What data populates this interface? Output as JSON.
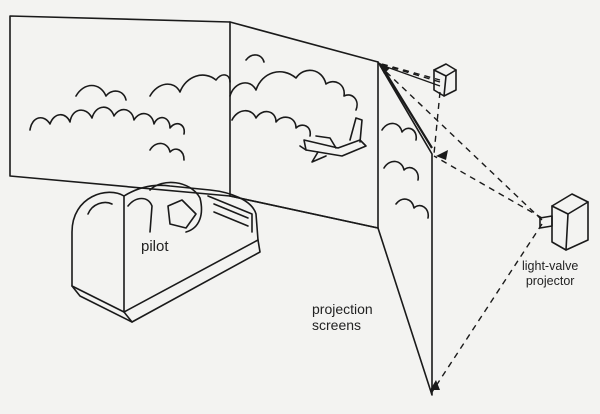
{
  "labels": {
    "pilot": "pilot",
    "projection_screens_line1": "projection",
    "projection_screens_line2": "screens",
    "projector_line1": "light-valve",
    "projector_line2": "projector"
  },
  "colors": {
    "ink": "#1a1a1a",
    "background": "#f3f3f1"
  }
}
